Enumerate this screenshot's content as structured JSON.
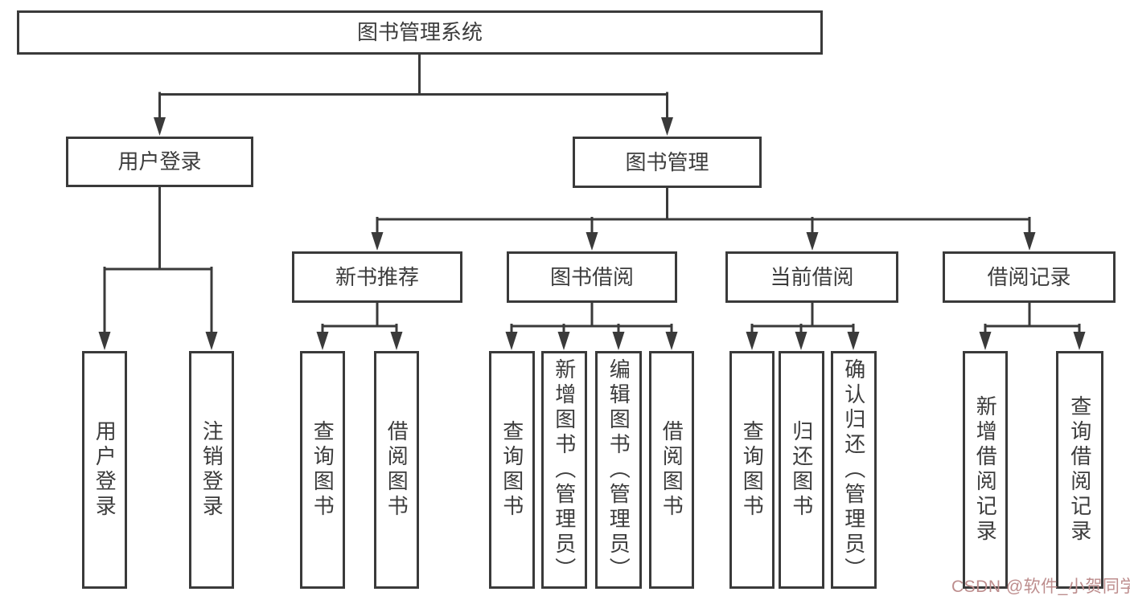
{
  "diagram_title": "图书管理系统",
  "colors": {
    "line": "#3a3a3a",
    "box_background": "#ffffff",
    "text": "#3c3c3c",
    "watermark": "#bd8d8d"
  },
  "nodes": {
    "root": "图书管理系统",
    "userLogin": "用户登录",
    "bookMgmt": "图书管理",
    "newBookRec": "新书推荐",
    "bookBorrow": "图书借阅",
    "currentBorrow": "当前借阅",
    "borrowRecords": "借阅记录",
    "loginLeaf": "用户登录",
    "logoutLeaf": "注销登录",
    "queryBookA": "查询图书",
    "borrowBookA": "借阅图书",
    "queryBookB": "查询图书",
    "addBook": "新增图书（管理员）",
    "editBook": "编辑图书（管理员）",
    "borrowBookB": "借阅图书",
    "queryBookC": "查询图书",
    "returnBook": "归还图书",
    "confirmReturn": "确认归还（管理员）",
    "addRecord": "新增借阅记录",
    "queryRecord": "查询借阅记录"
  },
  "watermark": "CSDN @软件_小贺同学"
}
